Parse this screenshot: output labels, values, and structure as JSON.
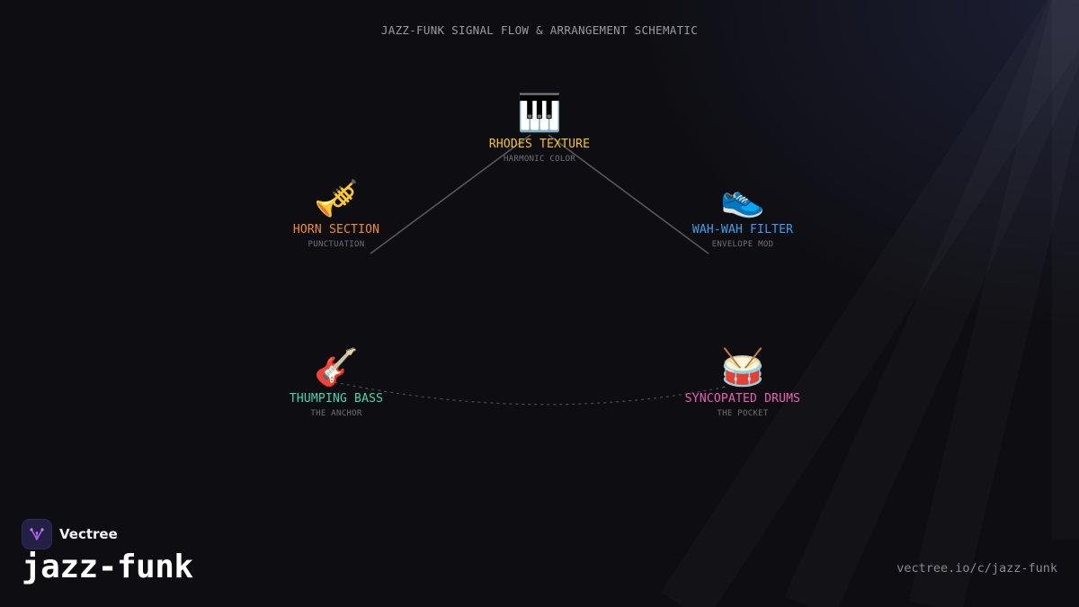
{
  "header": {
    "title": "JAZZ-FUNK SIGNAL FLOW & ARRANGEMENT SCHEMATIC"
  },
  "nodes": [
    {
      "id": "rhodes",
      "icon": "piano-icon",
      "glyph": "🎹",
      "label": "RHODES TEXTURE",
      "sub": "HARMONIC COLOR",
      "color": "#f5c518"
    },
    {
      "id": "horns",
      "icon": "trumpet-icon",
      "glyph": "🎺",
      "label": "HORN SECTION",
      "sub": "PUNCTUATION",
      "color": "#f28c28"
    },
    {
      "id": "wahwah",
      "icon": "sneaker-icon",
      "glyph": "👟",
      "label": "WAH-WAH FILTER",
      "sub": "ENVELOPE MOD",
      "color": "#3aa0f0"
    },
    {
      "id": "bass",
      "icon": "guitar-icon",
      "glyph": "🎸",
      "label": "THUMPING BASS",
      "sub": "THE ANCHOR",
      "color": "#3fd9b0"
    },
    {
      "id": "drums",
      "icon": "drum-icon",
      "glyph": "🥁",
      "label": "SYNCOPATED DRUMS",
      "sub": "THE POCKET",
      "color": "#ee5fb4"
    }
  ],
  "connections": [
    {
      "from": "rhodes",
      "to": "horns",
      "style": "solid"
    },
    {
      "from": "rhodes",
      "to": "wahwah",
      "style": "solid"
    },
    {
      "from": "bass",
      "to": "drums",
      "style": "dashed"
    }
  ],
  "colors": {
    "background": "#0e0e12",
    "link": "#5a5a62",
    "brand_logo_bg": "#231f45",
    "brand_logo_accent": "#b45ee8"
  },
  "footer": {
    "brand_logo_icon": "vectree-logo-icon",
    "brand_name": "Vectree",
    "slug": "jazz-funk",
    "url": "vectree.io/c/jazz-funk"
  }
}
